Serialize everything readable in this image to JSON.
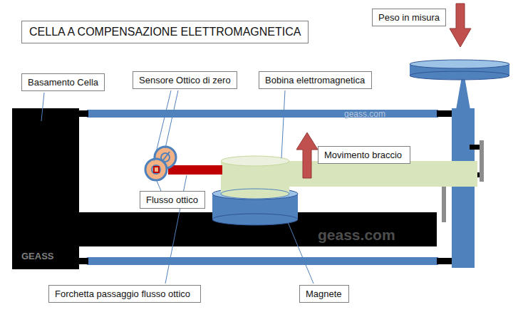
{
  "diagram": {
    "title": "CELLA A COMPENSAZIONE ELETTROMAGNETICA",
    "nodes": [
      {
        "text": [
          "Peso in misura"
        ]
      },
      {
        "text": [
          "Basamento Cella"
        ]
      },
      {
        "text": [
          "Sensore Ottico di zero"
        ]
      },
      {
        "text": [
          "Bobina elettromagnetica"
        ]
      },
      {
        "text": [
          "Movimento braccio"
        ]
      },
      {
        "text": [
          "Flusso ottico"
        ]
      },
      {
        "text": [
          "Forchetta passaggio flusso ottico"
        ]
      },
      {
        "text": [
          "Magnete"
        ]
      }
    ],
    "labels": [
      "geass.com",
      "geass.com",
      "GEASS"
    ]
  }
}
